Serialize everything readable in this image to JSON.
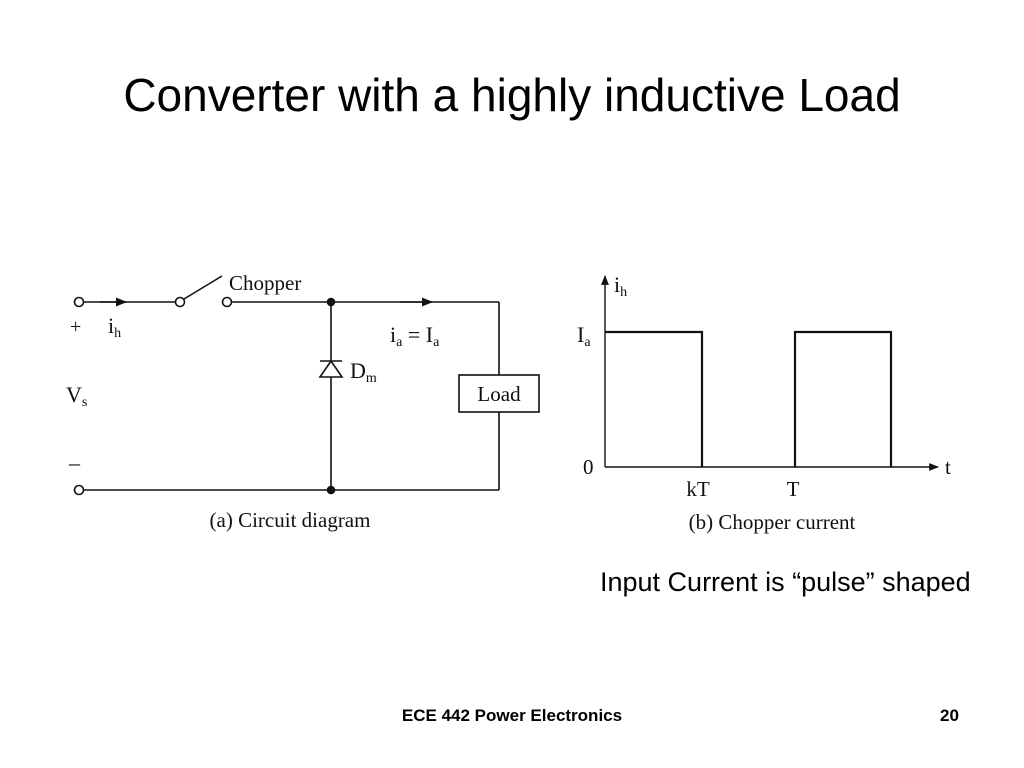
{
  "slide": {
    "title": "Converter with a highly inductive Load",
    "note": "Input Current is “pulse” shaped",
    "footer_course": "ECE 442 Power Electronics",
    "page_number": "20"
  },
  "circuit": {
    "switch_label": "Chopper",
    "plus": "+",
    "minus": "–",
    "ih_main": "i",
    "ih_sub": "h",
    "vs_main": "V",
    "vs_sub": "s",
    "dm_main": "D",
    "dm_sub": "m",
    "ia_main": "i",
    "ia_sub": "a",
    "ia_eq": " = I",
    "Ia_sub": "a",
    "load_label": "Load",
    "caption": "(a) Circuit diagram"
  },
  "waveform": {
    "y_label_main": "i",
    "y_label_sub": "h",
    "level_main": "I",
    "level_sub": "a",
    "origin": "0",
    "x_axis_label": "t",
    "tick_kT": "kT",
    "tick_T": "T",
    "caption": "(b) Chopper current"
  }
}
